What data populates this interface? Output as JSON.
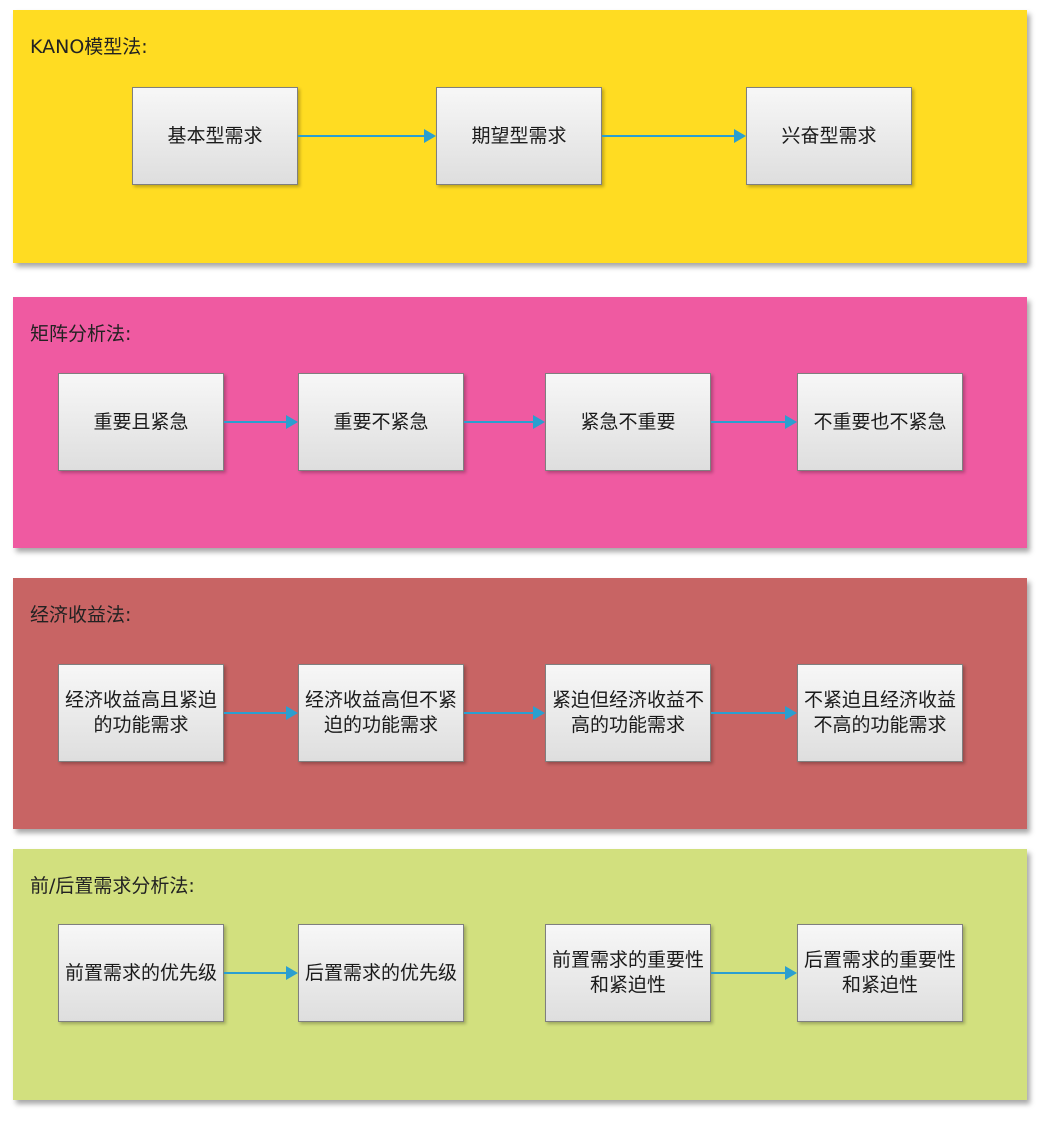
{
  "colors": {
    "panel_kano": "#ffdc22",
    "panel_matrix": "#ef5aa1",
    "panel_economic": "#c86464",
    "panel_prepost": "#d2e07e",
    "arrow": "#2a9fd0"
  },
  "panels": [
    {
      "title": "KANO模型法:",
      "boxes": [
        "基本型需求",
        "期望型需求",
        "兴奋型需求"
      ]
    },
    {
      "title": "矩阵分析法:",
      "boxes": [
        "重要且紧急",
        "重要不紧急",
        "紧急不重要",
        "不重要也不紧急"
      ]
    },
    {
      "title": "经济收益法:",
      "boxes": [
        "经济收益高且紧迫的功能需求",
        "经济收益高但不紧迫的功能需求",
        "紧迫但经济收益不高的功能需求",
        "不紧迫且经济收益不高的功能需求"
      ]
    },
    {
      "title": "前/后置需求分析法:",
      "boxes": [
        "前置需求的优先级",
        "后置需求的优先级",
        "前置需求的重要性和紧迫性",
        "后置需求的重要性和紧迫性"
      ]
    }
  ]
}
